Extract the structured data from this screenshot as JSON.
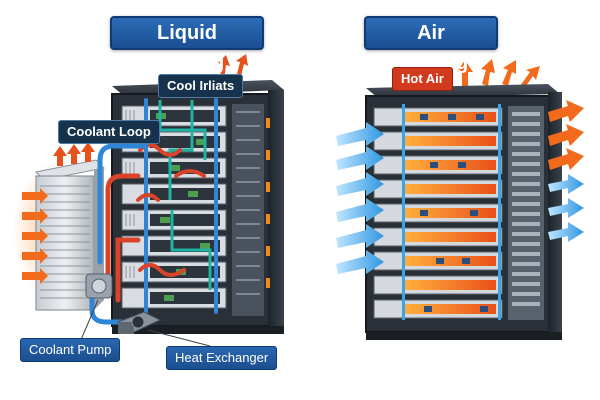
{
  "panels": {
    "liquid": {
      "title": "Liquid Cooling",
      "labels": {
        "cool_inlets": "Cool Irliats",
        "coolant_loop": "Coolant Loop",
        "coolant_pump": "Coolant Pump",
        "heat_exchanger": "Heat Exchanger"
      }
    },
    "air": {
      "title": "Air Cooling",
      "labels": {
        "hot_air": "Hot Air"
      }
    }
  },
  "colors": {
    "title_blue": "#1f5aa6",
    "coolant_blue": "#2f86d6",
    "hot_pipe_red": "#d9432a",
    "teal_tube": "#1fb3a4",
    "hot_arrow_orange": "#f26a1b",
    "cold_arrow_blue": "#3aa6ea",
    "rack_dark": "#2b3138"
  },
  "icons": {
    "cold_airflow": "blue-arrow-icon",
    "hot_airflow": "orange-arrow-icon",
    "heat_rising": "up-arrow-icon"
  }
}
